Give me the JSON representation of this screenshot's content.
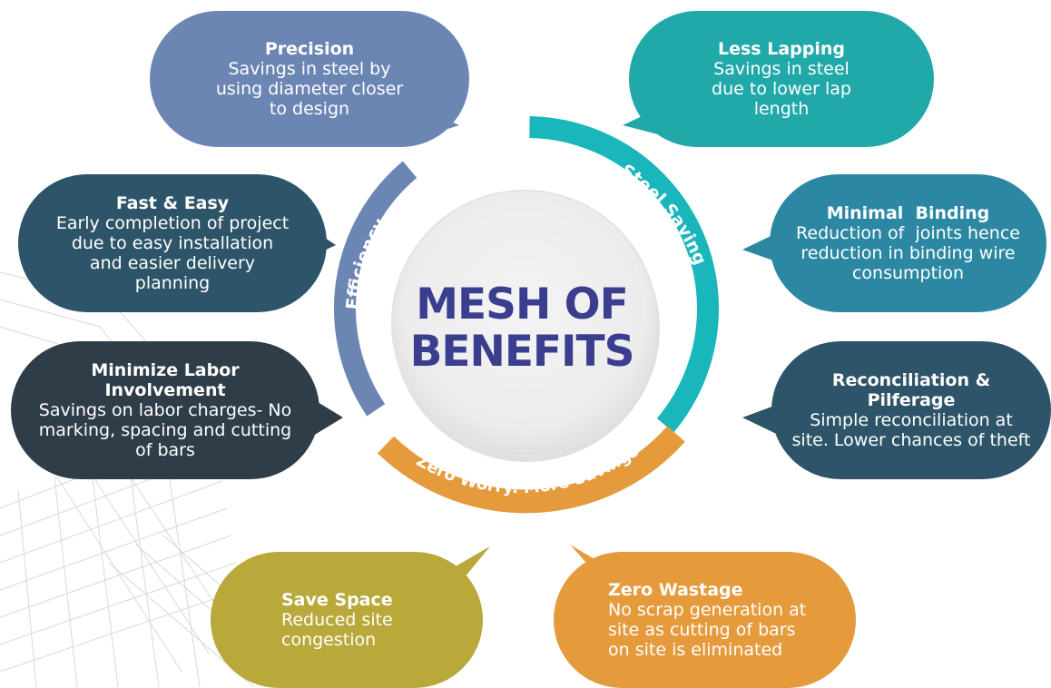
{
  "center": {
    "line1": "MESH OF",
    "line2": "BENEFITS"
  },
  "arcs": {
    "efficiency": "Efficiency",
    "steel_saving": "Steel Saving",
    "zero_worry": "Zero Worry. More Savings"
  },
  "benefits": {
    "precision": {
      "title": "Precision",
      "lines": [
        "Savings in steel by",
        "using diameter closer",
        "to design"
      ]
    },
    "less_lapping": {
      "title": "Less Lapping",
      "lines": [
        "Savings in steel",
        "due to lower lap",
        "length"
      ]
    },
    "fast_easy": {
      "title": "Fast & Easy",
      "lines": [
        "Early completion of project",
        "due to easy installation",
        "and easier delivery",
        "planning"
      ]
    },
    "minimal_binding": {
      "title": "Minimal  Binding",
      "lines": [
        "Reduction of  joints hence",
        "reduction in binding wire",
        "consumption"
      ]
    },
    "minimize_labor": {
      "title_lines": [
        "Minimize Labor",
        "Involvement"
      ],
      "lines": [
        "Savings on labor charges- No",
        "marking, spacing and cutting",
        "of bars"
      ]
    },
    "reconciliation": {
      "title_lines": [
        "Reconciliation &",
        "Pilferage"
      ],
      "lines": [
        "Simple reconciliation at",
        "site. Lower chances of theft"
      ]
    },
    "save_space": {
      "title": "Save Space",
      "lines": [
        "Reduced site",
        "congestion"
      ]
    },
    "zero_wastage": {
      "title": "Zero Wastage",
      "lines": [
        "No scrap generation at",
        "site as cutting of bars",
        "on site is eliminated"
      ]
    }
  },
  "colors": {
    "precision": "#6c86b3",
    "less_lapping": "#21a8a9",
    "fast_easy": "#2d5468",
    "minimal_binding": "#2c88a2",
    "minimize_labor": "#2f3d49",
    "reconciliation": "#2d5468",
    "save_space": "#b9a83a",
    "zero_wastage": "#e59a3c",
    "efficiency_arc": "#6c86b3",
    "steel_arc": "#19b6bb",
    "worry_arc": "#e59a3c",
    "center_text": "#3b3e8f"
  }
}
